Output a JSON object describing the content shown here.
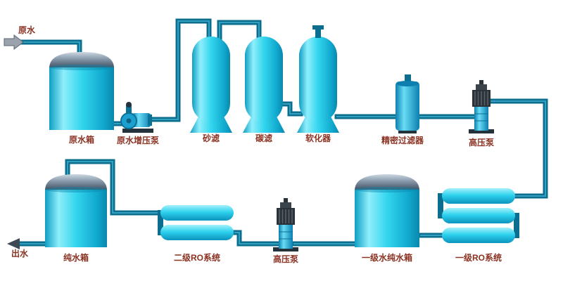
{
  "diagram": {
    "type": "process-flow",
    "subject": "RO water treatment system flow diagram",
    "colors": {
      "pipe": "#0b6e8f",
      "equipment_cyan": "#2ed2ee",
      "equipment_blue": "#1593cc",
      "tank_dome_gray": "#6e7f92",
      "pump_motor_dark": "#2b3238",
      "label_text": "#8b3222",
      "background": "#ffffff"
    },
    "ro_stage1_tubes": 3,
    "ro_stage2_tubes": 2
  },
  "labels": {
    "raw_water_in": "原水",
    "raw_water_tank": "原水箱",
    "booster_pump": "原水增压泵",
    "sand_filter": "砂滤",
    "carbon_filter": "碳滤",
    "softener": "软化器",
    "precision_filter": "精密过滤器",
    "high_pressure_pump_1": "高压泵",
    "ro_stage1": "一级RO系统",
    "stage1_pure_water_tank": "一级水纯水箱",
    "high_pressure_pump_2": "高压泵",
    "ro_stage2": "二级RO系统",
    "pure_water_tank": "纯水箱",
    "water_out": "出水"
  }
}
